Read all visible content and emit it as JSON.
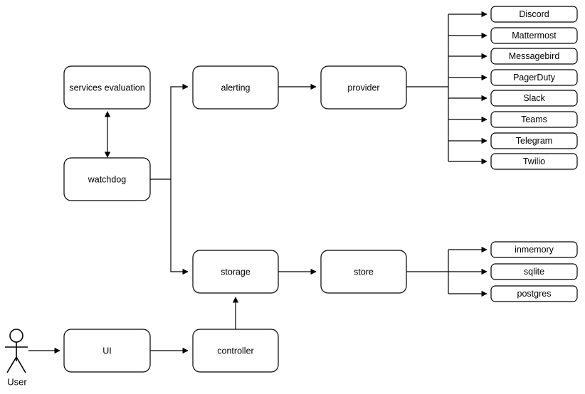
{
  "diagram": {
    "type": "architecture-flow-diagram",
    "background_color": "#ffffff",
    "stroke_color": "#000000",
    "node_fill": "#ffffff"
  },
  "actor": {
    "name": "user-actor",
    "label": "User"
  },
  "nodes": {
    "services_evaluation": {
      "label": "services evaluation"
    },
    "watchdog": {
      "label": "watchdog"
    },
    "alerting": {
      "label": "alerting"
    },
    "provider": {
      "label": "provider"
    },
    "storage": {
      "label": "storage"
    },
    "store": {
      "label": "store"
    },
    "ui": {
      "label": "UI"
    },
    "controller": {
      "label": "controller"
    }
  },
  "providers": [
    {
      "label": "Discord"
    },
    {
      "label": "Mattermost"
    },
    {
      "label": "Messagebird"
    },
    {
      "label": "PagerDuty"
    },
    {
      "label": "Slack"
    },
    {
      "label": "Teams"
    },
    {
      "label": "Telegram"
    },
    {
      "label": "Twilio"
    }
  ],
  "stores": [
    {
      "label": "inmemory"
    },
    {
      "label": "sqlite"
    },
    {
      "label": "postgres"
    }
  ],
  "edges": [
    {
      "from": "User",
      "to": "UI",
      "arrow": "single"
    },
    {
      "from": "UI",
      "to": "controller",
      "arrow": "single"
    },
    {
      "from": "controller",
      "to": "storage",
      "arrow": "single"
    },
    {
      "from": "watchdog",
      "to": "services evaluation",
      "arrow": "double"
    },
    {
      "from": "watchdog",
      "to": "alerting",
      "arrow": "single"
    },
    {
      "from": "watchdog",
      "to": "storage",
      "arrow": "single"
    },
    {
      "from": "alerting",
      "to": "provider",
      "arrow": "single"
    },
    {
      "from": "storage",
      "to": "store",
      "arrow": "single"
    },
    {
      "from": "provider",
      "to": "Discord",
      "arrow": "single"
    },
    {
      "from": "provider",
      "to": "Mattermost",
      "arrow": "single"
    },
    {
      "from": "provider",
      "to": "Messagebird",
      "arrow": "single"
    },
    {
      "from": "provider",
      "to": "PagerDuty",
      "arrow": "single"
    },
    {
      "from": "provider",
      "to": "Slack",
      "arrow": "single"
    },
    {
      "from": "provider",
      "to": "Teams",
      "arrow": "single"
    },
    {
      "from": "provider",
      "to": "Telegram",
      "arrow": "single"
    },
    {
      "from": "provider",
      "to": "Twilio",
      "arrow": "single"
    },
    {
      "from": "store",
      "to": "inmemory",
      "arrow": "single"
    },
    {
      "from": "store",
      "to": "sqlite",
      "arrow": "single"
    },
    {
      "from": "store",
      "to": "postgres",
      "arrow": "single"
    }
  ]
}
